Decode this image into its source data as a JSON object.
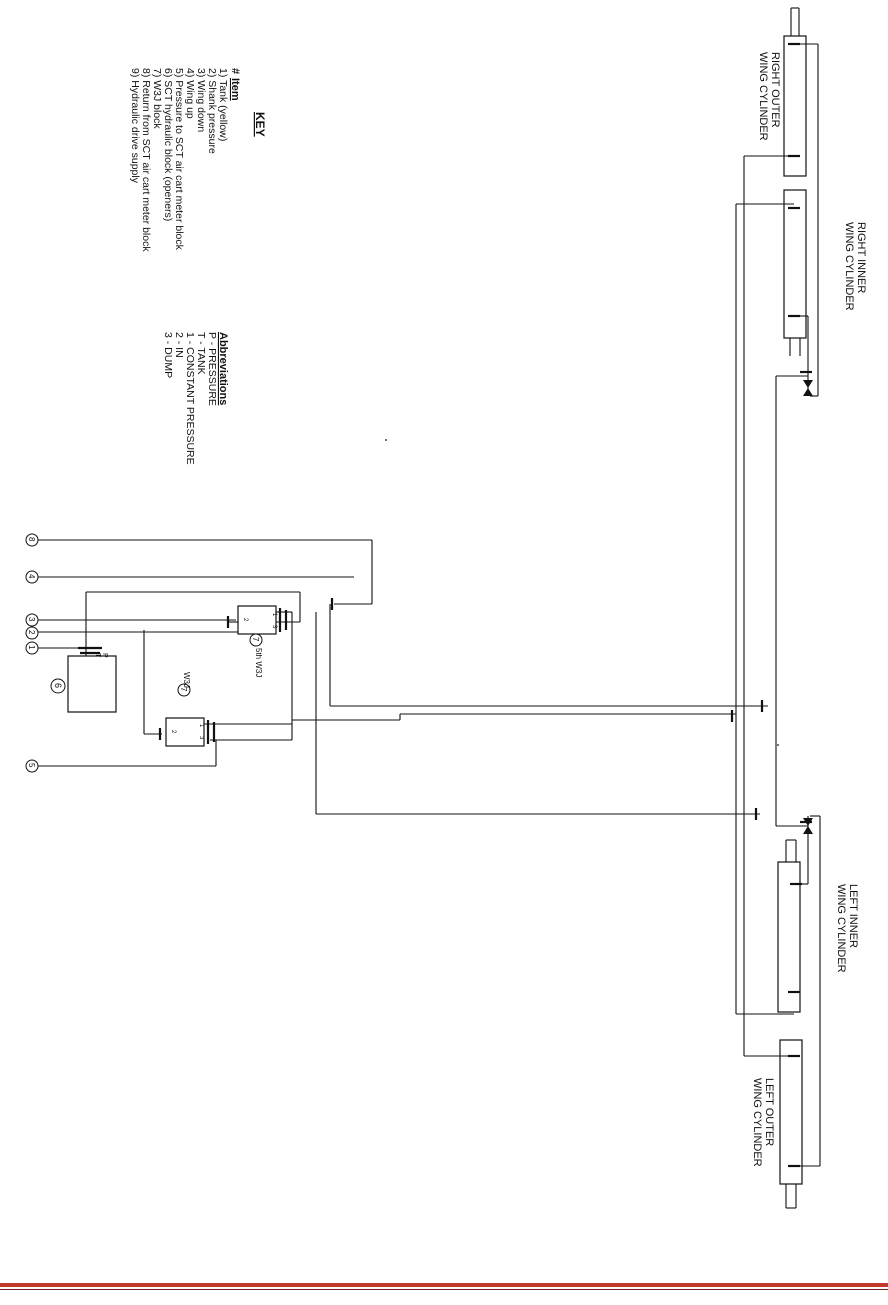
{
  "key": {
    "title": "KEY",
    "hash": "#",
    "item_header": "Item",
    "items": [
      "1) Tank (yellow)",
      "2) Shank pressure",
      "3) Wing down",
      "4) Wing up",
      "5) Pressure to SCT air cart meter block",
      "6) SCT hydraulic block (openers)",
      "7) W3J block",
      "8) Return from SCT air cart meter block",
      "9) Hydraulic drive supply"
    ]
  },
  "abbreviations": {
    "title": "Abbreviations",
    "items": [
      "P - PRESSURE",
      "T - TANK",
      "1 - CONSTANT PRESSURE",
      "2 - IN",
      "3 - DUMP"
    ]
  },
  "cylinders": {
    "right_outer": [
      "RIGHT OUTER",
      "WING CYLINDER"
    ],
    "right_inner": [
      "RIGHT INNER",
      "WING CYLINDER"
    ],
    "left_inner": [
      "LEFT INNER",
      "WING CYLINDER"
    ],
    "left_outer": [
      "LEFT OUTER",
      "WING CYLINDER"
    ]
  },
  "ports": {
    "p1": "1",
    "p2": "2",
    "p3": "3",
    "p4": "4",
    "p5": "5",
    "p8": "8"
  },
  "blocks": {
    "sct_block_number": "6",
    "sct_port_p": "P",
    "sct_port_t": "T",
    "w3j_upper_label": "5th W3J",
    "w3j_lower_label": "W3J",
    "w3j_number": "7",
    "pin_1": "1",
    "pin_2": "2",
    "pin_3": "3"
  },
  "colors": {
    "line": "#111111",
    "footer_bar": "#c0392b",
    "footer_line": "#7a1f1f"
  }
}
